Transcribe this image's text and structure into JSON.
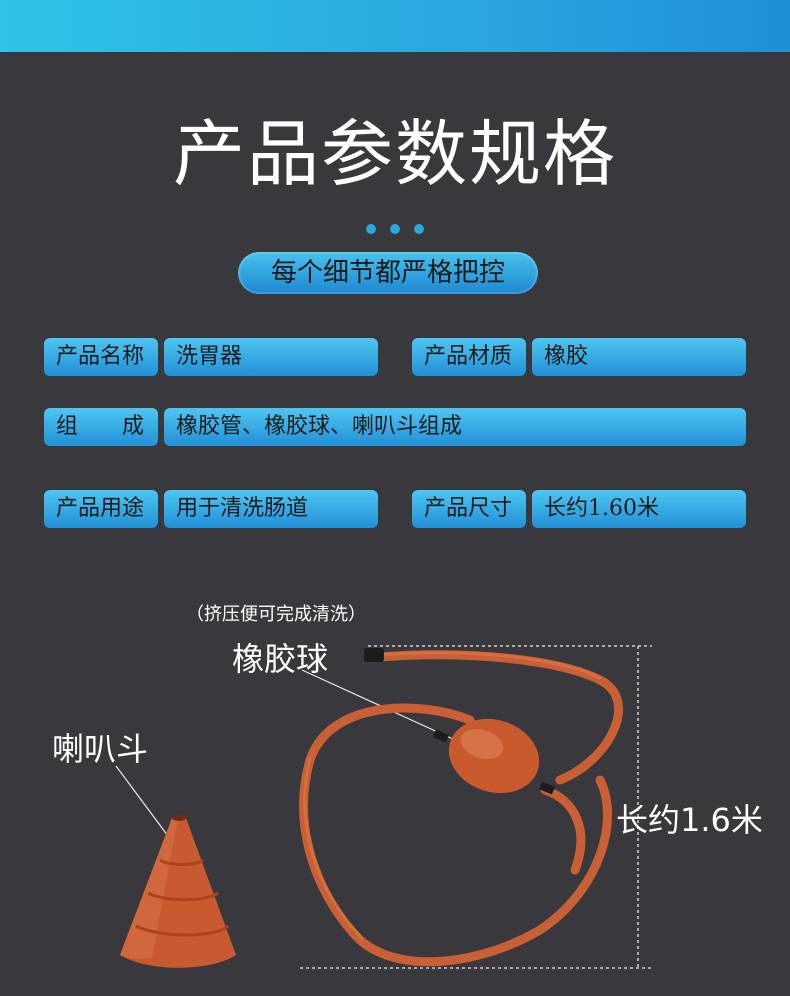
{
  "header": {
    "title": "产品参数规格",
    "subtitle": "每个细节都严格把控"
  },
  "specs": {
    "name_label": "产品名称",
    "name_value": "洗胃器",
    "material_label": "产品材质",
    "material_value": "橡胶",
    "composition_label": "组　　成",
    "composition_value": "橡胶管、橡胶球、喇叭斗组成",
    "usage_label": "产品用途",
    "usage_value": "用于清洗肠道",
    "size_label": "产品尺寸",
    "size_value": "长约1.60米"
  },
  "photo": {
    "squeeze_note": "（挤压便可完成清洗）",
    "bulb_label": "橡胶球",
    "funnel_label": "喇叭斗",
    "length_label": "长约1.6米"
  },
  "colors": {
    "background": "#39383d",
    "accent": "#2aa6df",
    "rubber": "#d4683c"
  }
}
